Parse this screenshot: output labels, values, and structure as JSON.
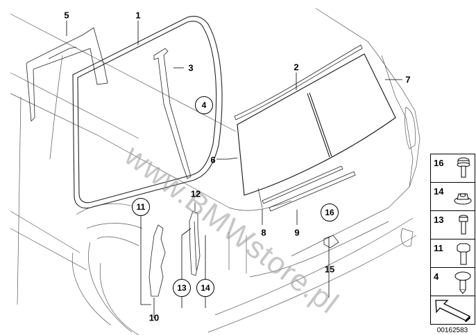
{
  "diagram": {
    "title": "Rear window / side window seals and mountings",
    "callouts": [
      {
        "id": "1",
        "label": "1",
        "circled": false
      },
      {
        "id": "2",
        "label": "2",
        "circled": false
      },
      {
        "id": "3",
        "label": "3",
        "circled": false
      },
      {
        "id": "4",
        "label": "4",
        "circled": true
      },
      {
        "id": "5",
        "label": "5",
        "circled": false
      },
      {
        "id": "6",
        "label": "6",
        "circled": false
      },
      {
        "id": "7",
        "label": "7",
        "circled": false
      },
      {
        "id": "8",
        "label": "8",
        "circled": false
      },
      {
        "id": "9",
        "label": "9",
        "circled": false
      },
      {
        "id": "10",
        "label": "10",
        "circled": false
      },
      {
        "id": "11",
        "label": "11",
        "circled": true
      },
      {
        "id": "12",
        "label": "12",
        "circled": false
      },
      {
        "id": "13",
        "label": "13",
        "circled": true
      },
      {
        "id": "14",
        "label": "14",
        "circled": true
      },
      {
        "id": "15",
        "label": "15",
        "circled": false
      },
      {
        "id": "16",
        "label": "16",
        "circled": true
      }
    ],
    "watermark": "www.BMWstore.pl",
    "legend": [
      {
        "num": "16",
        "icon": "screw-washer-icon"
      },
      {
        "num": "14",
        "icon": "flange-nut-icon"
      },
      {
        "num": "13",
        "icon": "torx-screw-icon"
      },
      {
        "num": "11",
        "icon": "hex-bolt-icon"
      },
      {
        "num": "4",
        "icon": "expanding-rivet-icon"
      },
      {
        "num": "",
        "icon": "navigation-arrow-icon"
      }
    ],
    "document_id": "00162583"
  }
}
